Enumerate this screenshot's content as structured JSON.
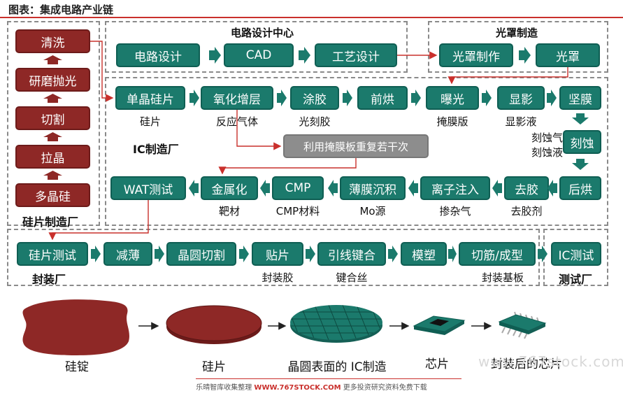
{
  "header": {
    "title": "图表：集成电路产业链"
  },
  "sections": {
    "wafer_factory": "硅片制造厂",
    "design_center": "电路设计中心",
    "mask": "光罩制造",
    "ic_factory": "IC制造厂",
    "packaging": "封装厂",
    "test_factory": "测试厂"
  },
  "wafer_steps": [
    "清洗",
    "研磨抛光",
    "切割",
    "拉晶",
    "多晶硅"
  ],
  "design_steps": [
    "电路设计",
    "CAD",
    "工艺设计"
  ],
  "mask_steps": [
    "光罩制作",
    "光罩"
  ],
  "fab_row1": [
    {
      "label": "单晶硅片",
      "sub": "硅片"
    },
    {
      "label": "氧化增层",
      "sub": "反应气体"
    },
    {
      "label": "涂胶",
      "sub": "光刻胶"
    },
    {
      "label": "前烘",
      "sub": ""
    },
    {
      "label": "曝光",
      "sub": "掩膜版"
    },
    {
      "label": "显影",
      "sub": "显影液"
    },
    {
      "label": "坚膜",
      "sub": ""
    }
  ],
  "fab_etch": {
    "label": "刻蚀",
    "sub1": "刻蚀气",
    "sub2": "刻蚀液"
  },
  "fab_repeat_note": "利用掩膜板重复若干次",
  "fab_row2": [
    {
      "label": "WAT测试",
      "sub": ""
    },
    {
      "label": "金属化",
      "sub": "靶材"
    },
    {
      "label": "CMP",
      "sub": "CMP材料"
    },
    {
      "label": "薄膜沉积",
      "sub": "Mo源"
    },
    {
      "label": "离子注入",
      "sub": "掺杂气"
    },
    {
      "label": "去胶",
      "sub": "去胶剂"
    },
    {
      "label": "后烘",
      "sub": ""
    }
  ],
  "pack_steps": [
    {
      "label": "硅片测试",
      "sub": ""
    },
    {
      "label": "减薄",
      "sub": ""
    },
    {
      "label": "晶圆切割",
      "sub": ""
    },
    {
      "label": "贴片",
      "sub": "封装胶"
    },
    {
      "label": "引线键合",
      "sub": "键合丝"
    },
    {
      "label": "模塑",
      "sub": ""
    },
    {
      "label": "切筋/成型",
      "sub": "封装基板"
    }
  ],
  "test_step": "IC测试",
  "bottom": [
    "硅锭",
    "硅片",
    "晶圆表面的 IC制造",
    "芯片",
    "封装后的芯片"
  ],
  "footer": {
    "pre": "乐晴智库收集整理 ",
    "site": "WWW.767STOCK.COM",
    "post": " 更多投资研究资料免费下载"
  },
  "watermark": "www.767stock.com",
  "colors": {
    "teal": "#1b7a6c",
    "wafer_red": "#8e2826",
    "accent": "#c9302c",
    "note_gray": "#8d8d8d"
  }
}
